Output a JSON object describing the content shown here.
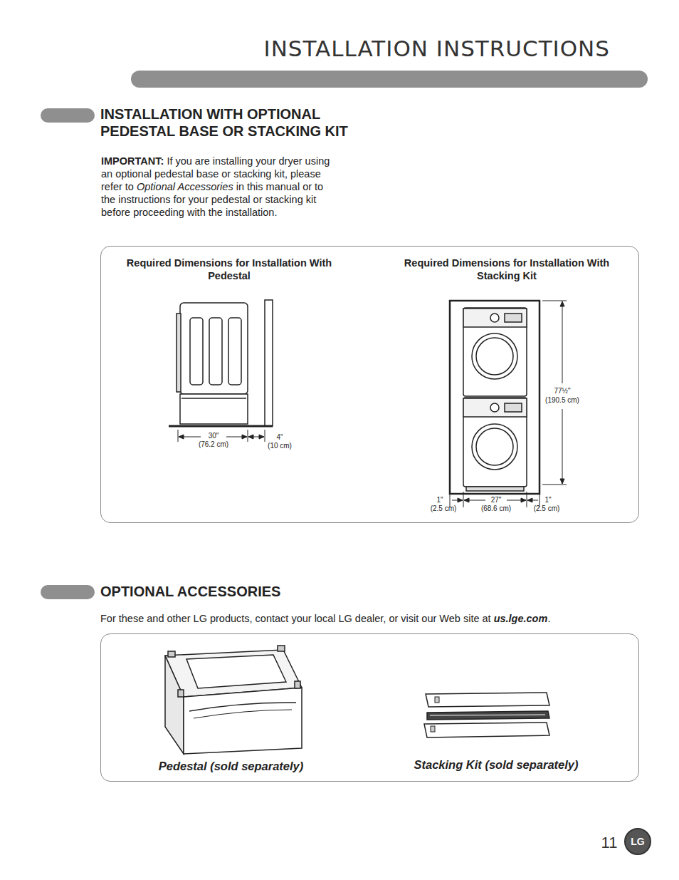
{
  "diagram": {
    "title": "INSTALLATION INSTRUCTIONS",
    "nodes": [
      {
        "text": [
          "Required Dimensions for Installation With Pedestal",
          "Required Dimensions for Installation With Stacking Kit"
        ]
      },
      {
        "text": [
          "Pedestal (sold separately)",
          "Stacking Kit (sold separately)"
        ]
      },
      {
        "text": [
          "LG"
        ]
      }
    ],
    "labels": [
      "INSTALLATION WITH OPTIONAL PEDESTAL BASE OR STACKING KIT",
      "IMPORTANT:",
      "If you are installing your dryer using an optional pedestal base or stacking kit, please refer to",
      "Optional Accessories",
      "in this manual or to the instructions for your pedestal or stacking kit before proceeding with the installation.",
      "30\"",
      "(76.2 cm)",
      "4\"",
      "(10 cm)",
      "77½\"",
      "(190.5 cm)",
      "1\"",
      "(2.5 cm)",
      "27\"",
      "(68.6 cm)",
      "1\"",
      "(2.5 cm)",
      "OPTIONAL ACCESSORIES",
      "For these and other LG products, contact your local LG dealer, or visit our Web site at",
      "us.lge.com",
      ".",
      "11"
    ]
  }
}
